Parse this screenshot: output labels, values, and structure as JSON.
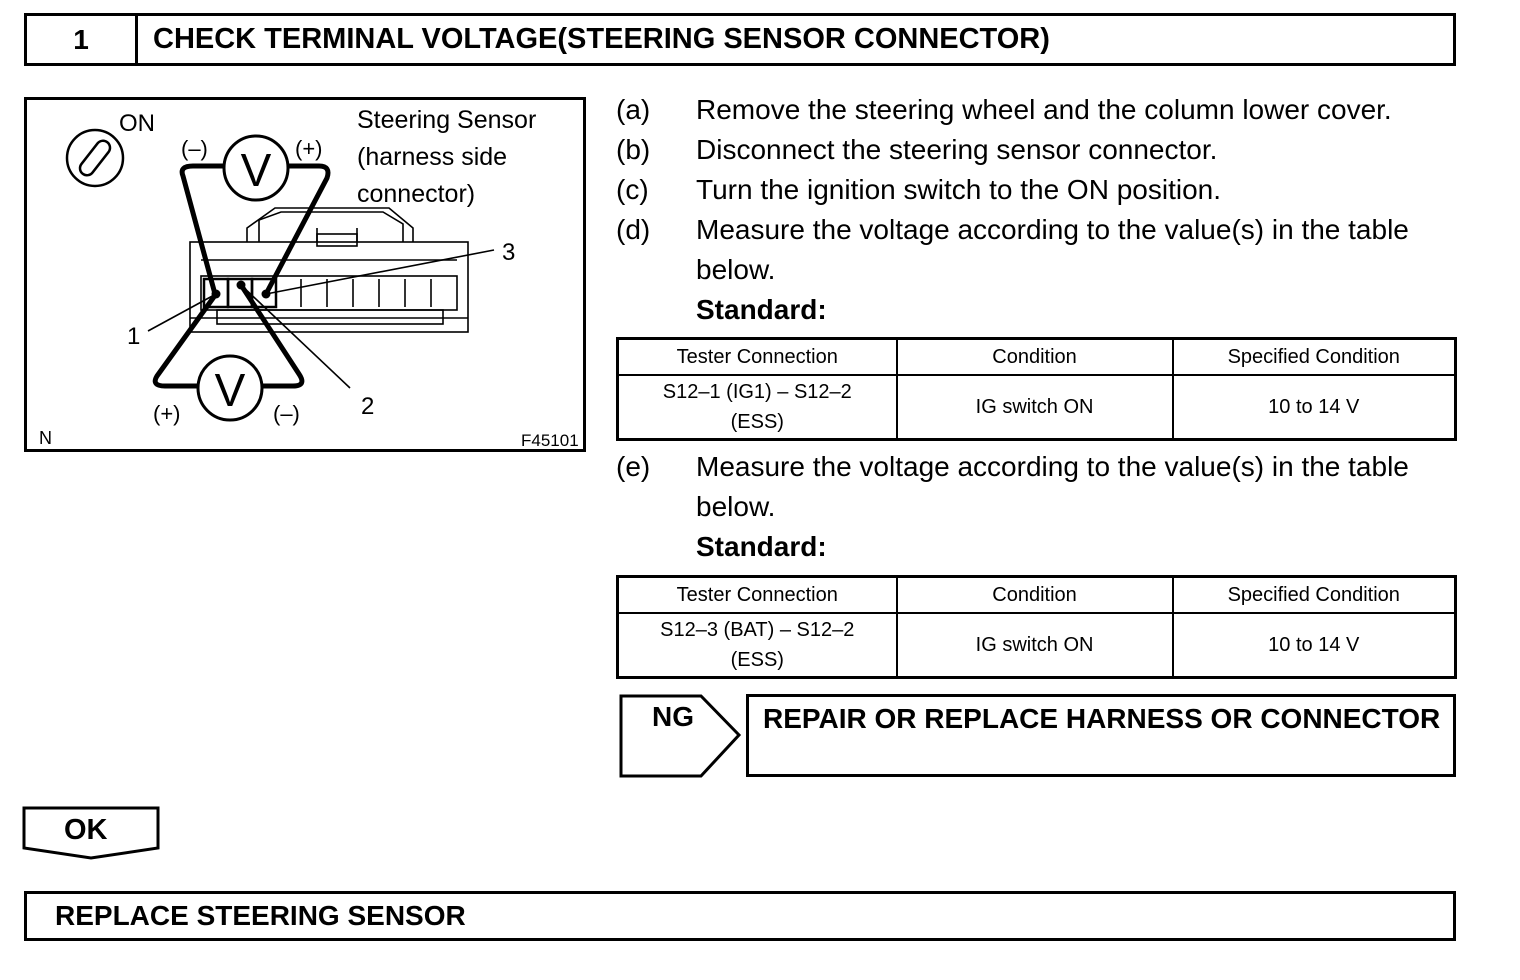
{
  "step": {
    "number": "1",
    "title": "CHECK TERMINAL VOLTAGE(STEERING SENSOR CONNECTOR)"
  },
  "figure": {
    "ignition_label": "ON",
    "component_lines": [
      "Steering Sensor",
      "(harness side",
      "connector)"
    ],
    "meter_symbol": "V",
    "minus": "(–)",
    "plus": "(+)",
    "pin_1": "1",
    "pin_2": "2",
    "pin_3": "3",
    "corner_n": "N",
    "figure_id": "F45101"
  },
  "instructions": [
    {
      "label": "(a)",
      "text": "Remove the steering wheel and the column lower cover."
    },
    {
      "label": "(b)",
      "text": "Disconnect the steering sensor connector."
    },
    {
      "label": "(c)",
      "text": "Turn the ignition switch to the ON position."
    },
    {
      "label": "(d)",
      "text": "Measure the voltage according to the value(s) in the table below."
    },
    {
      "label": "(e)",
      "text": "Measure the voltage according to the value(s) in the table below."
    }
  ],
  "standard_label": "Standard:",
  "table1": {
    "headers": [
      "Tester Connection",
      "Condition",
      "Specified Condition"
    ],
    "row": {
      "tester_line1": "S12–1 (IG1) – S12–2",
      "tester_line2": "(ESS)",
      "condition": "IG switch ON",
      "spec": "10 to 14 V"
    }
  },
  "table2": {
    "headers": [
      "Tester Connection",
      "Condition",
      "Specified Condition"
    ],
    "row": {
      "tester_line1": "S12–3 (BAT) – S12–2",
      "tester_line2": "(ESS)",
      "condition": "IG switch ON",
      "spec": "10 to 14 V"
    }
  },
  "ng": {
    "label": "NG",
    "action": "REPAIR OR REPLACE HARNESS OR CONNECTOR"
  },
  "ok": {
    "label": "OK"
  },
  "final_action": "REPLACE STEERING SENSOR"
}
